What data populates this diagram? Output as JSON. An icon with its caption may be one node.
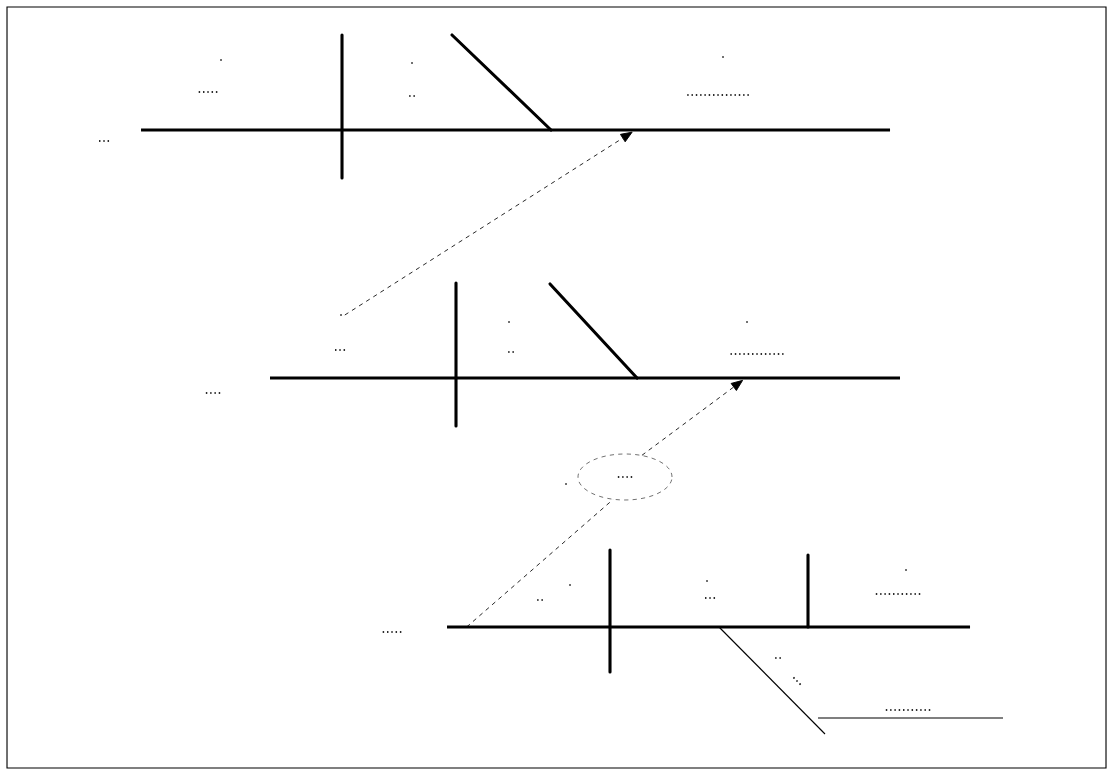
{
  "diagram": {
    "nodes": [
      {
        "text": [],
        "shape": "line"
      },
      {
        "text": [],
        "shape": "line"
      },
      {
        "text": [],
        "shape": "line"
      },
      {
        "text": [
          "."
        ]
      },
      {
        "text": [
          "...."
        ]
      }
    ],
    "edges": [
      {
        "from": 3,
        "to": 0,
        "arrow": "to",
        "style": "dashed"
      },
      {
        "from": 2,
        "to": 4,
        "arrow": "none",
        "style": "dashed"
      },
      {
        "from": 4,
        "to": 1,
        "arrow": "to",
        "style": "dashed"
      }
    ],
    "labels": [
      ".",
      ".....",
      ".",
      "..",
      ".",
      "...............",
      "...",
      "...",
      ".",
      "..",
      ".",
      ".............",
      "....",
      ".",
      ".",
      "..",
      ".",
      "...",
      ".",
      "...........",
      ".....",
      "..",
      "...",
      "..........."
    ]
  }
}
